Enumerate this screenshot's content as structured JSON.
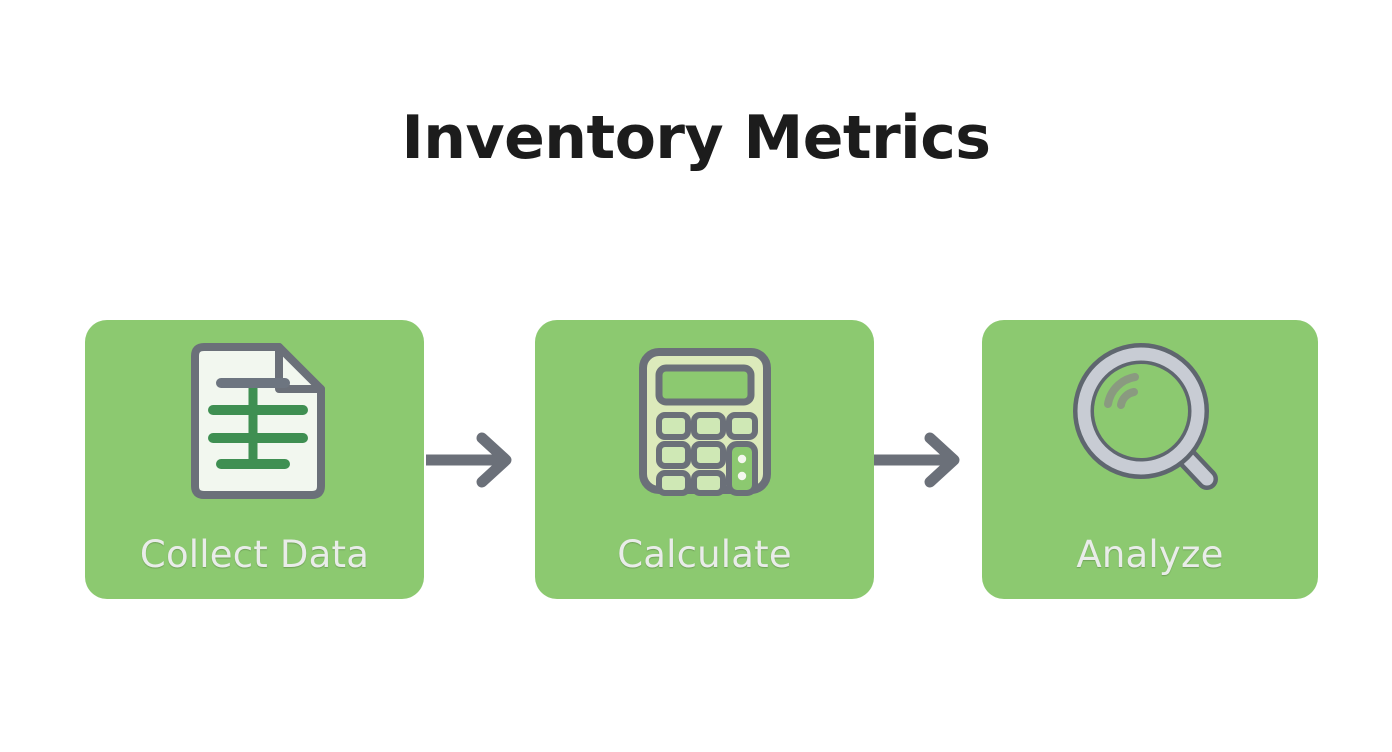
{
  "page": {
    "title": "Inventory Metrics",
    "background_color": "#ffffff",
    "title_color": "#1c1c1c"
  },
  "theme": {
    "card_green": "#8cc970",
    "arrow_gray": "#6b7079",
    "outline_gray": "#5f666f",
    "label_color": "#e9ece9",
    "document_fill": "#f2f7ef",
    "document_line_green": "#3f8f52",
    "document_line_gray": "#6d7580",
    "calculator_body": "#dceabb",
    "calculator_screen": "#8cc970",
    "calculator_key": "#cfe8b5",
    "magnifier_ring": "#c8ccd4",
    "magnifier_glare": "#8a9a80"
  },
  "flow": {
    "steps": [
      {
        "id": "collect-data",
        "label": "Collect Data",
        "icon": "document-icon"
      },
      {
        "id": "calculate",
        "label": "Calculate",
        "icon": "calculator-icon"
      },
      {
        "id": "analyze",
        "label": "Analyze",
        "icon": "magnifier-icon"
      }
    ],
    "connectors": [
      {
        "id": "arrow-1",
        "icon": "arrow-right-icon"
      },
      {
        "id": "arrow-2",
        "icon": "arrow-right-icon"
      }
    ]
  }
}
